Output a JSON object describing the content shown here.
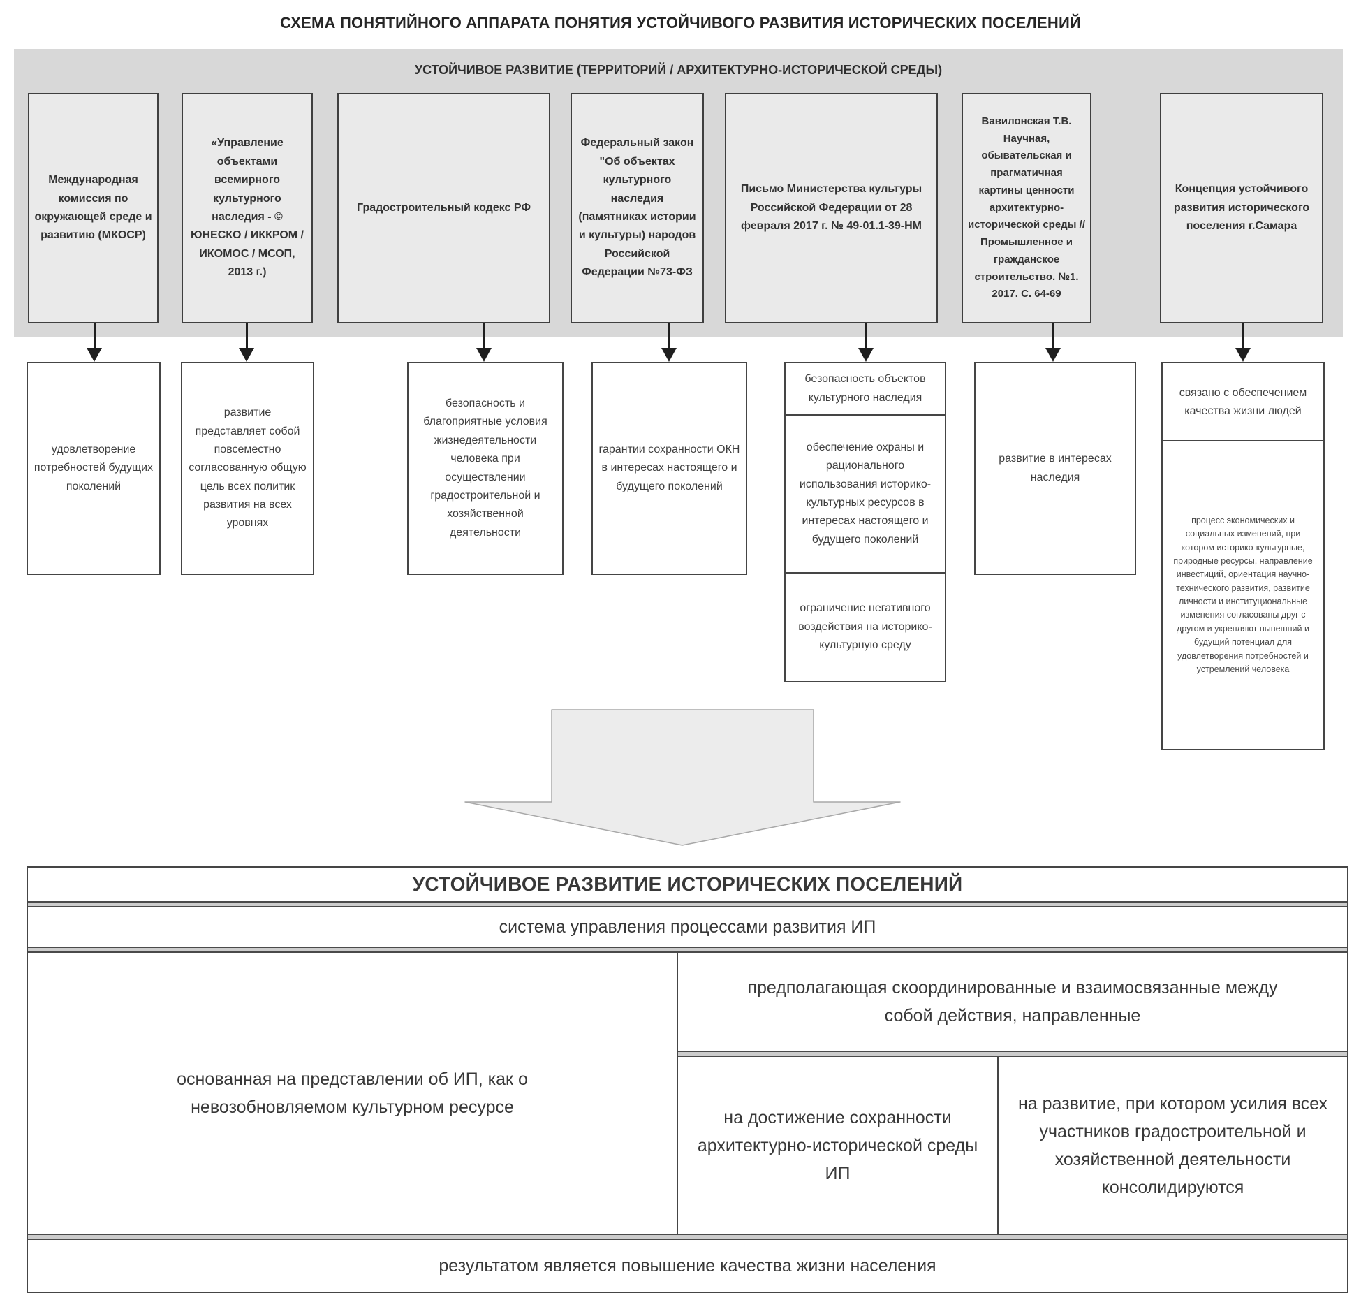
{
  "page_title": "СХЕМА ПОНЯТИЙНОГО АППАРАТА ПОНЯТИЯ УСТОЙЧИВОГО РАЗВИТИЯ ИСТОРИЧЕСКИХ ПОСЕЛЕНИЙ",
  "band": {
    "header": "УСТОЙЧИВОЕ РАЗВИТИЕ (ТЕРРИТОРИЙ / АРХИТЕКТУРНО-ИСТОРИЧЕСКОЙ СРЕДЫ)",
    "sources": [
      "Международная комиссия по окружающей среде и развитию (МКОСР)",
      "«Управление объектами всемирного культурного наследия - © ЮНЕСКО / ИККРОМ / ИКОМОС / МСОП, 2013 г.)",
      "Градостроительный кодекс РФ",
      "Федеральный закон \"Об объектах культурного наследия (памятниках истории и культуры) народов Российской Федерации №73-ФЗ",
      "Письмо Министерства культуры Российской Федерации от 28 февраля 2017 г. № 49-01.1-39-НМ",
      "Вавилонская Т.В. Научная, обывательская и прагматичная картины ценности архитектурно-исторической среды // Промышленное и гражданское строительство. №1. 2017. С. 64-69",
      "Концепция устойчивого развития исторического поселения г.Самара"
    ]
  },
  "definitions": {
    "c1": "удовлетворение потребностей будущих поколений",
    "c2": "развитие представляет собой повсеместно согласованную общую цель всех политик развития на всех уровнях",
    "c3": "безопасность и благоприятные условия жизнедеятельности человека при осуществлении градостроительной и хозяйственной деятельности",
    "c4": "гарантии сохранности ОКН в интересах настоящего и будущего поколений",
    "c5": [
      "безопасность объектов культурного наследия",
      "обеспечение охраны и рационального использования историко-культурных ресурсов в интересах настоящего и будущего поколений",
      "ограничение негативного воздействия на историко-культурную среду"
    ],
    "c6": "развитие в интересах наследия",
    "c7": [
      "связано с обеспечением качества жизни людей",
      "процесс экономических и социальных изменений, при котором историко-культурные, природные ресурсы, направление инвестиций, ориентация научно-технического развития, развитие личности и институциональные изменения согласованы друг с другом и укрепляют нынешний и будущий потенциал для удовлетворения потребностей и устремлений человека"
    ]
  },
  "result_table": {
    "title": "УСТОЙЧИВОЕ РАЗВИТИЕ ИСТОРИЧЕСКИХ ПОСЕЛЕНИЙ",
    "system_row": "система управления процессами развития ИП",
    "cell_left": "основанная на представлении об ИП, как о невозобновляемом культурном ресурсе",
    "cell_right_top": "предполагающая скоординированные и взаимосвязанные между собой действия, направленные",
    "cell_right_bottom_left": "на достижение сохранности архитектурно-исторической среды ИП",
    "cell_right_bottom_right": "на развитие, при котором усилия всех участников градостроительной и хозяйственной деятельности консолидируются",
    "result_row": "результатом является повышение качества жизни населения"
  },
  "colors": {
    "band_background": "#d8d8d8",
    "source_box_background": "#eaeaea",
    "box_border": "#3f3f3f",
    "big_arrow_fill": "#ececec",
    "big_arrow_border": "#a8a8a8",
    "text": "#383838"
  }
}
